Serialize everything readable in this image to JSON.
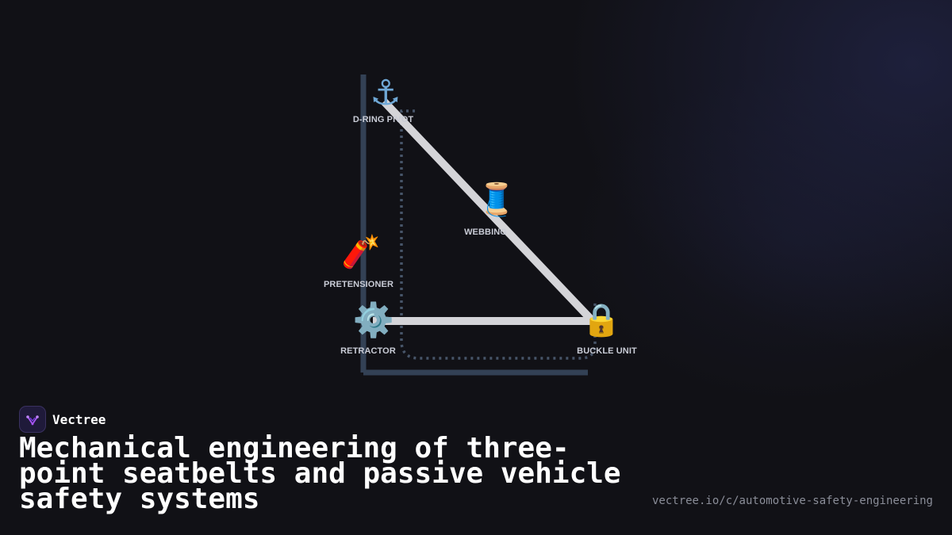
{
  "brand": {
    "name": "Vectree",
    "logo_icon": "vectree-logo-icon",
    "accent": "#a855f7"
  },
  "title": "Mechanical engineering of three-point seatbelts and passive vehicle safety systems",
  "url": "vectree.io/c/automotive-safety-engineering",
  "diagram": {
    "nodes": [
      {
        "id": "d-ring",
        "label": "D-RING PIVOT",
        "icon": "anchor-icon",
        "glyph": "⚓"
      },
      {
        "id": "webbing",
        "label": "WEBBING",
        "icon": "thread-spool-icon",
        "glyph": "🧵"
      },
      {
        "id": "pretensioner",
        "label": "PRETENSIONER",
        "icon": "firecracker-icon",
        "glyph": "🧨"
      },
      {
        "id": "retractor",
        "label": "RETRACTOR",
        "icon": "gear-icon",
        "glyph": "⚙️"
      },
      {
        "id": "buckle",
        "label": "BUCKLE UNIT",
        "icon": "lock-icon",
        "glyph": "🔒"
      }
    ],
    "colors": {
      "belt": "#d4d4d8",
      "frame": "#334155",
      "dotted": "#475569",
      "label": "#c9ccd6"
    }
  }
}
